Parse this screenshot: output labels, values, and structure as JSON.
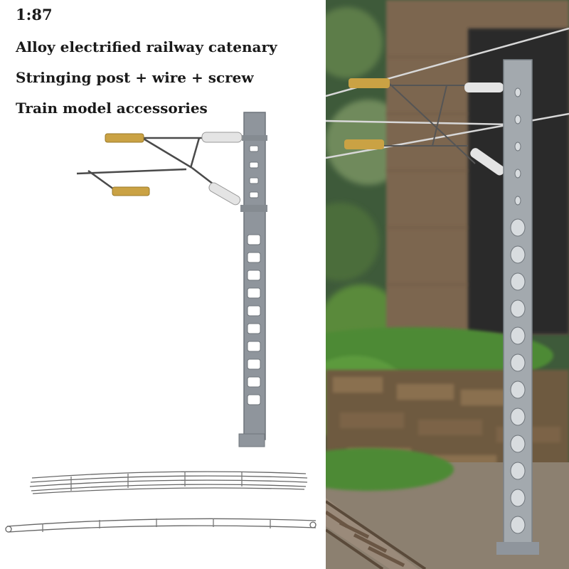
{
  "captions": {
    "scale": "1:87",
    "line1": "Alloy electrified railway catenary",
    "line2": "Stringing post + wire + screw",
    "line3": "Train model accessories"
  },
  "colors": {
    "mast": "#8f959c",
    "mast_shadow": "#6f757b",
    "brass": "#caa244",
    "insulator": "#e4e4e4",
    "wire": "#4a4a4a",
    "sky_blur": "#3e5a3a",
    "wall": "#7b6650",
    "rail": "#8a7a6a",
    "moss": "#4e8a36"
  }
}
